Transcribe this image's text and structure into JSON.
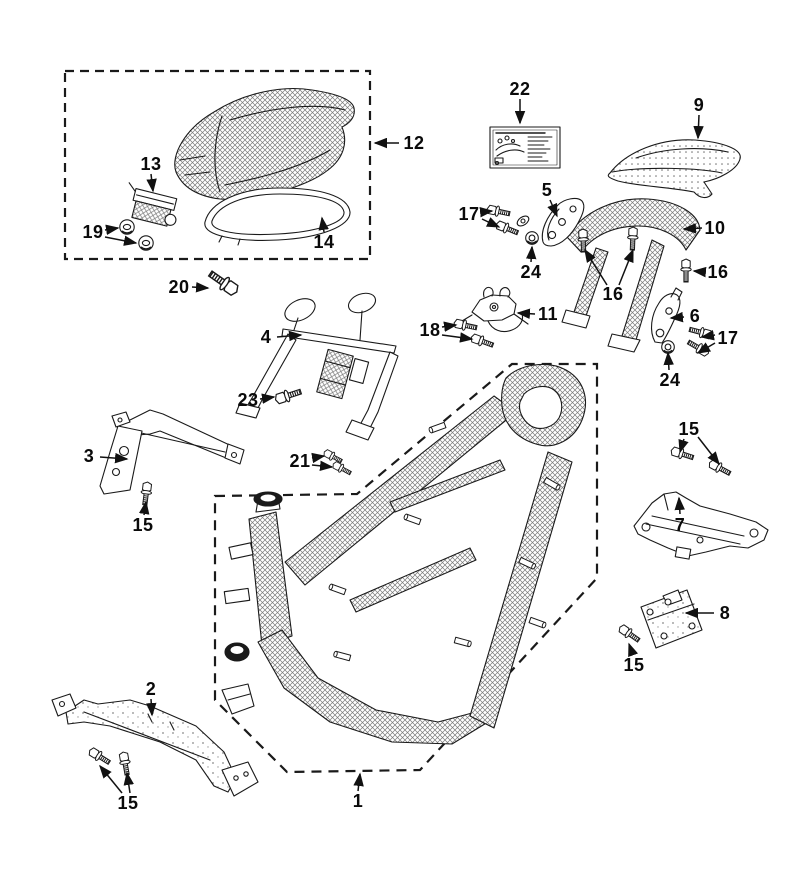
{
  "diagram": {
    "kind": "exploded-parts-diagram",
    "subject": "scooter body frame and seat assembly",
    "colors": {
      "background": "#ffffff",
      "ink": "#1a1a1a",
      "hatch": "#6f6f6f",
      "label": "#0a0a0a"
    },
    "groups": {
      "seat_box": "dashed rectangle enclosing seat assembly",
      "frame_box": "dashed polygon enclosing main frame"
    }
  },
  "callouts": [
    {
      "number": "1",
      "part": "main-frame"
    },
    {
      "number": "2",
      "part": "floor-side-rail"
    },
    {
      "number": "3",
      "part": "front-upper-bracket"
    },
    {
      "number": "4",
      "part": "wire-stay-assembly"
    },
    {
      "number": "5",
      "part": "hinge-bracket"
    },
    {
      "number": "6",
      "part": "side-bracket"
    },
    {
      "number": "7",
      "part": "rear-cross-bracket"
    },
    {
      "number": "8",
      "part": "mounting-plate"
    },
    {
      "number": "9",
      "part": "rear-carrier-cover"
    },
    {
      "number": "10",
      "part": "rear-grab-rail"
    },
    {
      "number": "11",
      "part": "seat-lock"
    },
    {
      "number": "12",
      "part": "seat-assembly"
    },
    {
      "number": "13",
      "part": "seat-hinge-bracket"
    },
    {
      "number": "14",
      "part": "seat-trim-ring"
    },
    {
      "number": "15",
      "part": "flange-bolt",
      "instance": "near-bracket-3"
    },
    {
      "number": "15",
      "part": "flange-bolt",
      "instance": "bottom-left-pair"
    },
    {
      "number": "15",
      "part": "flange-bolt",
      "instance": "near-bracket-7-pair"
    },
    {
      "number": "15",
      "part": "flange-bolt",
      "instance": "near-plate-8"
    },
    {
      "number": "16",
      "part": "flange-bolt",
      "instance": "grab-rail-right"
    },
    {
      "number": "16",
      "part": "flange-bolt",
      "instance": "grab-rail-legs-pair"
    },
    {
      "number": "17",
      "part": "flange-bolt",
      "instance": "hinge-bracket-pair"
    },
    {
      "number": "17",
      "part": "flange-bolt",
      "instance": "side-bracket-pair"
    },
    {
      "number": "18",
      "part": "flange-bolt-pair"
    },
    {
      "number": "19",
      "part": "rubber-grommet-pair"
    },
    {
      "number": "20",
      "part": "long-hex-bolt"
    },
    {
      "number": "21",
      "part": "small-screw-pair"
    },
    {
      "number": "22",
      "part": "information-label"
    },
    {
      "number": "23",
      "part": "hex-screw"
    },
    {
      "number": "24",
      "part": "washer-grommet",
      "instance": "near-bracket-5"
    },
    {
      "number": "24",
      "part": "washer-grommet",
      "instance": "near-bracket-6"
    }
  ]
}
